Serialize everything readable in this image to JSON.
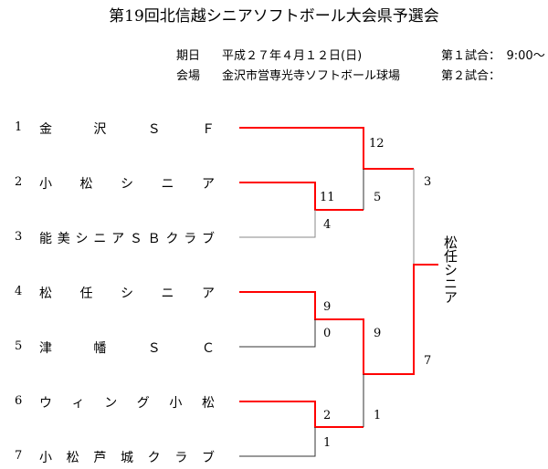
{
  "title": "第19回北信越シニアソフトボール大会県予選会",
  "info": {
    "date_label": "期日",
    "date_value": "平成２７年４月１２日(日)",
    "venue_label": "会場",
    "venue_value": "金沢市営専光寺ソフトボール球場",
    "game1": "第１試合：　9:00～",
    "game2": "第２試合："
  },
  "teams": [
    {
      "seed": "1",
      "name": "金沢ＳＦ"
    },
    {
      "seed": "2",
      "name": "小松シニア"
    },
    {
      "seed": "3",
      "name": "能美シニアＳＢクラブ"
    },
    {
      "seed": "4",
      "name": "松任シニア"
    },
    {
      "seed": "5",
      "name": "津幡ＳＣ"
    },
    {
      "seed": "6",
      "name": "ウィング小松"
    },
    {
      "seed": "7",
      "name": "小松芦城クラブ"
    }
  ],
  "scores": {
    "r1_m1_top": "11",
    "r1_m1_bottom": "4",
    "r1_m2_top": "9",
    "r1_m2_bottom": "0",
    "r1_m3_top": "2",
    "r1_m3_bottom": "1",
    "r2_m1_top": "12",
    "r2_m1_bottom": "5",
    "r2_m2_top": "9",
    "r2_m2_bottom": "1",
    "final_top": "3",
    "final_bottom": "7"
  },
  "champion": "松任シニア",
  "colors": {
    "winner": "#ff0000",
    "loser": "#333333",
    "loser_gray": "#888888"
  }
}
